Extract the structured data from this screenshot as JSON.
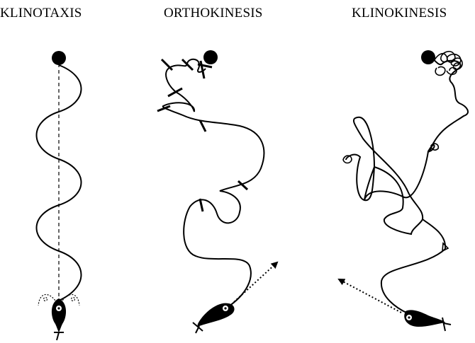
{
  "panels": [
    {
      "title": "KLINOTAXIS"
    },
    {
      "title": "ORTHOKINESIS"
    },
    {
      "title": "KLINOKINESIS"
    }
  ],
  "colors": {
    "ink": "#000000",
    "background": "#ffffff"
  },
  "icons": [
    "stimulus-source-icon",
    "organism-icon",
    "direction-arrow-icon",
    "turn-marker-icon"
  ]
}
